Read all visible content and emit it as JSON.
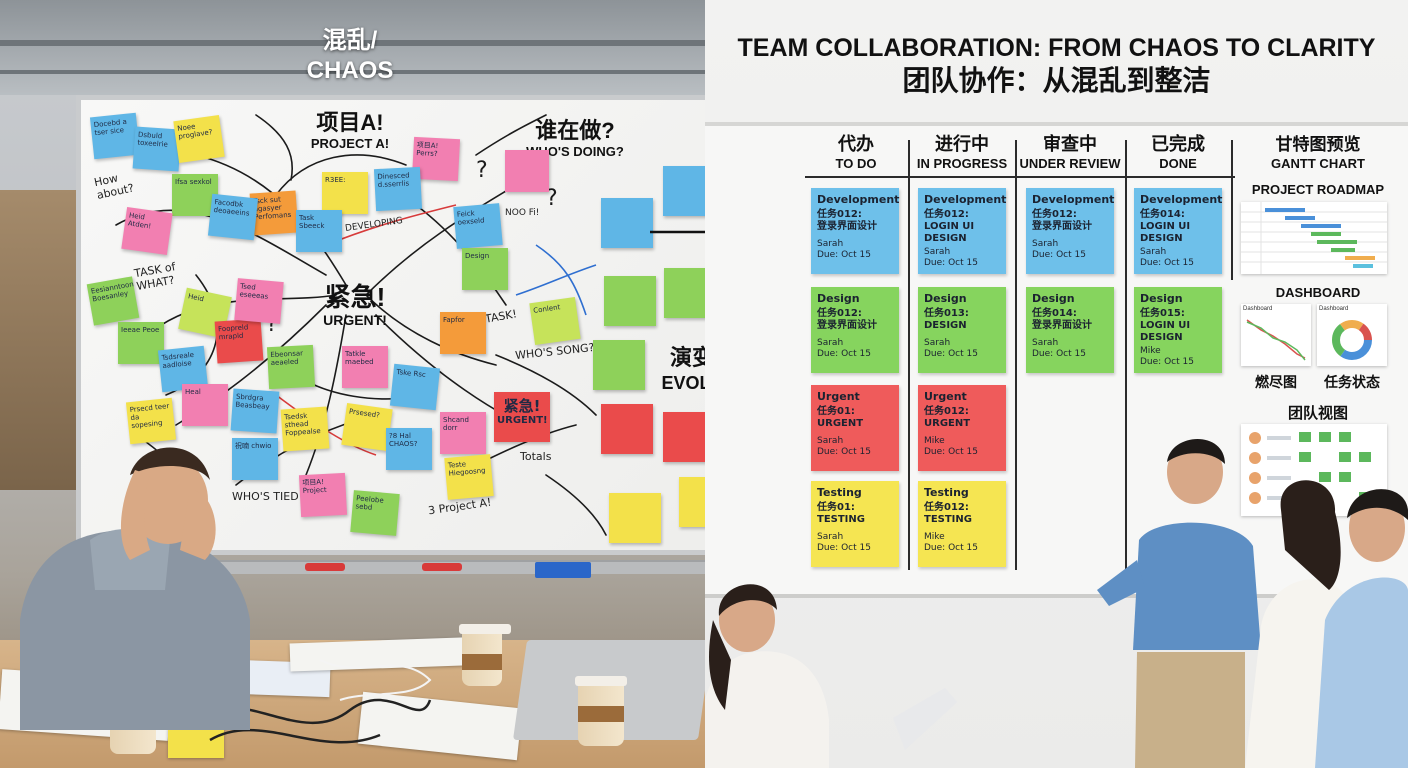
{
  "chaos": {
    "label_zh": "混乱/",
    "label_en": "CHAOS",
    "board_texts": {
      "project_zh": "项目A!",
      "project_en": "PROJECT A!",
      "who_zh": "谁在做?",
      "who_en": "WHO'S DOING?",
      "urgent_zh": "紧急!",
      "urgent_en": "URGENT!",
      "urgent2_zh": "紧急!",
      "urgent2_en": "URGENT!",
      "task_of_what": "TASK of WHAT?",
      "how_about": "How about?",
      "whos_song": "WHO'S SONG?",
      "task": "TASK!",
      "whos_tied": "WHO'S TIED",
      "project_a3": "3 Project A!",
      "developing": "DEVELOPING",
      "todo_note": "Totals",
      "noob": "NOO Fi!"
    },
    "notes": [
      {
        "text": "Docebd a tser sice",
        "color": "blue"
      },
      {
        "text": "Dsbuld toxeelrie",
        "color": "blue"
      },
      {
        "text": "Noee proglave?",
        "color": "yellow"
      },
      {
        "text": "项目A! Perrs?",
        "color": "pink"
      },
      {
        "text": "Ifsa sexkol",
        "color": "green"
      },
      {
        "text": "Tsck sut agasyer Perfomans",
        "color": "orange"
      },
      {
        "text": "Facodbk deoaeeins",
        "color": "blue"
      },
      {
        "text": "R3EE:",
        "color": "yellow"
      },
      {
        "text": "Dinesced d.sserrlis",
        "color": "blue"
      },
      {
        "text": "Heid Atden!",
        "color": "pink"
      },
      {
        "text": "Task Sbeeck",
        "color": "blue"
      },
      {
        "text": "Feick oexseld",
        "color": "blue"
      },
      {
        "text": "Design",
        "color": "green"
      },
      {
        "text": "Eesianntoon Boesanley",
        "color": "green"
      },
      {
        "text": "Heid",
        "color": "yellow"
      },
      {
        "text": "Ieeae Peoe",
        "color": "green"
      },
      {
        "text": "Foopreld mrapld",
        "color": "red"
      },
      {
        "text": "Tsed eseeeas",
        "color": "pink"
      },
      {
        "text": "Tsdsreale aadloise",
        "color": "blue"
      },
      {
        "text": "Tatkle maebed",
        "color": "pink"
      },
      {
        "text": "Ebeonsar aeaeled",
        "color": "green"
      },
      {
        "text": "Tske Rsc",
        "color": "blue"
      },
      {
        "text": "Fapfor",
        "color": "orange"
      },
      {
        "text": "Conlent",
        "color": "lime"
      },
      {
        "text": "Prsecd teer da sopesing",
        "color": "yellow"
      },
      {
        "text": "Heal",
        "color": "pink"
      },
      {
        "text": "Sbrdgra Beasbeay",
        "color": "blue"
      },
      {
        "text": "Tsedsk sthead Foppealse",
        "color": "yellow"
      },
      {
        "text": "Prsesed?",
        "color": "yellow"
      },
      {
        "text": "Shcand dorr",
        "color": "pink"
      },
      {
        "text": "Teste Hiegoosng",
        "color": "yellow"
      },
      {
        "text": "祝喃 chwio",
        "color": "blue"
      },
      {
        "text": "?8 Hal CHAOS?",
        "color": "blue"
      },
      {
        "text": "项目A! Project",
        "color": "pink"
      },
      {
        "text": "Peelobe sebd",
        "color": "green"
      }
    ]
  },
  "evolution": {
    "zh": "演变过渡",
    "en": "EVOLUTION"
  },
  "clarity": {
    "title_en": "TEAM COLLABORATION: FROM CHAOS TO CLARITY",
    "title_zh": "团队协作：从混乱到整洁",
    "columns": [
      {
        "zh": "代办",
        "en": "TO DO"
      },
      {
        "zh": "进行中",
        "en": "IN PROGRESS"
      },
      {
        "zh": "审查中",
        "en": "UNDER REVIEW"
      },
      {
        "zh": "已完成",
        "en": "DONE"
      }
    ],
    "cards": [
      [
        {
          "type": "Development",
          "task": "任务012:\n登录界面设计",
          "who": "Sarah",
          "due": "Due: Oct 15",
          "color": "blue"
        },
        {
          "type": "Design",
          "task": "任务012:\n登录界面设计",
          "who": "Sarah",
          "due": "Due: Oct 15",
          "color": "green"
        },
        {
          "type": "Urgent",
          "task": "任务01:\nURGENT",
          "who": "Sarah",
          "due": "Due: Oct 15",
          "color": "red"
        },
        {
          "type": "Testing",
          "task": "任务01:\nTESTING",
          "who": "Sarah",
          "due": "Due: Oct 15",
          "color": "yellow"
        }
      ],
      [
        {
          "type": "Development",
          "task": "任务012:\nLOGIN UI DESIGN",
          "who": "Sarah",
          "due": "Due: Oct 15",
          "color": "blue"
        },
        {
          "type": "Design",
          "task": "任务013:\nDESIGN",
          "who": "Sarah",
          "due": "Due: Oct 15",
          "color": "green"
        },
        {
          "type": "Urgent",
          "task": "任务012:\nURGENT",
          "who": "Mike",
          "due": "Due: Oct 15",
          "color": "red"
        },
        {
          "type": "Testing",
          "task": "任务012:\nTESTING",
          "who": "Mike",
          "due": "Due: Oct 15",
          "color": "yellow"
        }
      ],
      [
        {
          "type": "Development",
          "task": "任务012:\n登录界面设计",
          "who": "Sarah",
          "due": "Due: Oct 15",
          "color": "blue"
        },
        {
          "type": "Design",
          "task": "任务014:\n登录界面设计",
          "who": "Sarah",
          "due": "Due: Oct 15",
          "color": "green"
        }
      ],
      [
        {
          "type": "Development",
          "task": "任务014:\nLOGIN UI DESIGN",
          "who": "Sarah",
          "due": "Due: Oct 15",
          "color": "blue"
        },
        {
          "type": "Design",
          "task": "任务015:\nLOGIN UI DESIGN",
          "who": "Mike",
          "due": "Due: Oct 15",
          "color": "green"
        }
      ]
    ],
    "gantt": {
      "zh": "甘特图预览",
      "en": "GANTT CHART",
      "roadmap": "PROJECT ROADMAP"
    },
    "dashboard": {
      "label": "DASHBOARD",
      "panel1": "Dashboard",
      "panel2": "Dashboard",
      "burn_zh": "燃尽图",
      "status_zh": "任务状态"
    },
    "team": {
      "zh": "团队视图"
    }
  },
  "colors": {
    "blue": "#6ec0ea",
    "green": "#86d45e",
    "red": "#ef5b5b",
    "yellow": "#f5e552",
    "pink": "#f27fb1",
    "orange": "#f49b3a",
    "lime": "#c6e35a"
  }
}
